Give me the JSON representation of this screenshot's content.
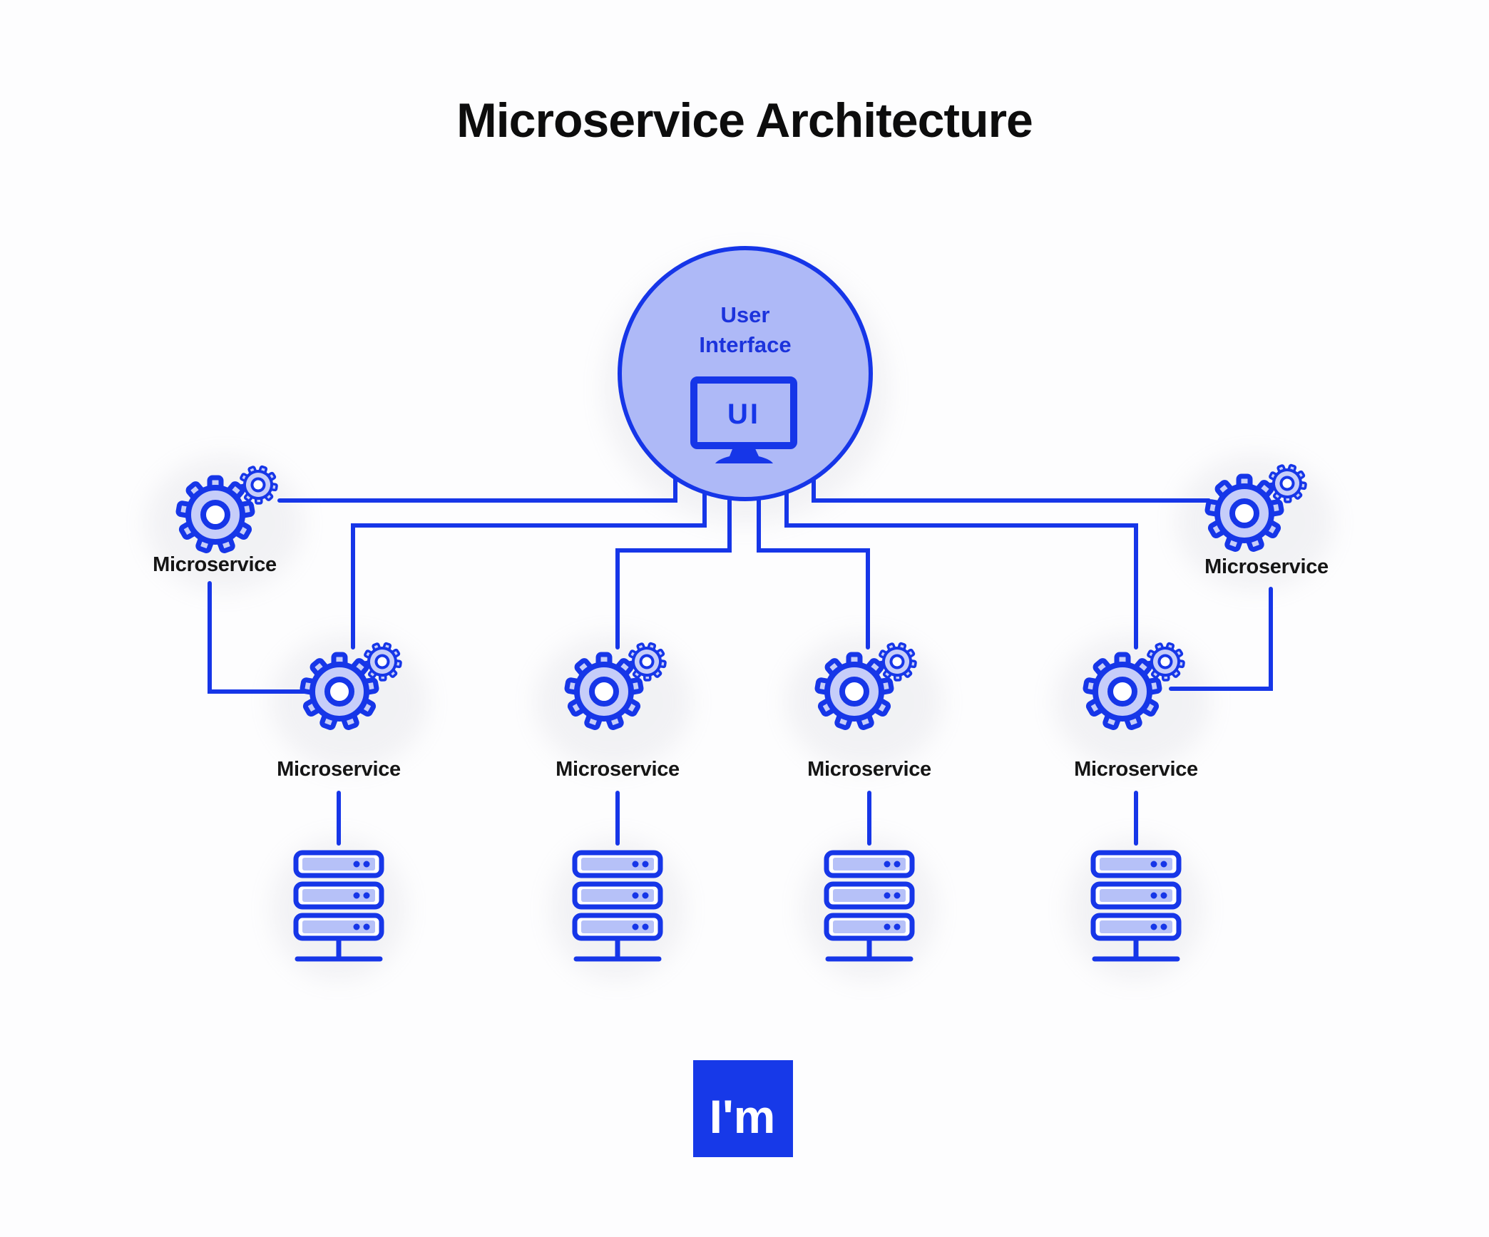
{
  "title": "Microservice Architecture",
  "hub": {
    "line1": "User",
    "line2": "Interface",
    "monitor_text": "UI"
  },
  "microservices": [
    {
      "label": "Microservice"
    },
    {
      "label": "Microservice"
    },
    {
      "label": "Microservice"
    },
    {
      "label": "Microservice"
    },
    {
      "label": "Microservice"
    },
    {
      "label": "Microservice"
    }
  ],
  "logo": {
    "text": "I'm"
  },
  "icons": {
    "hub": "monitor-icon",
    "service": "gears-icon",
    "datastore": "server-stack-icon"
  },
  "colors": {
    "stroke_blue": "#1636e8",
    "hub_fill": "#aeb9f7",
    "gear_fill": "#c6cdf9",
    "server_fill": "#b6c1f8",
    "hub_text": "#1c33dc",
    "label_text": "#151515",
    "title_text": "#0d0d0d",
    "logo_bg": "#1739e8",
    "logo_text": "#ffffff",
    "background": "#fdfdfe"
  }
}
